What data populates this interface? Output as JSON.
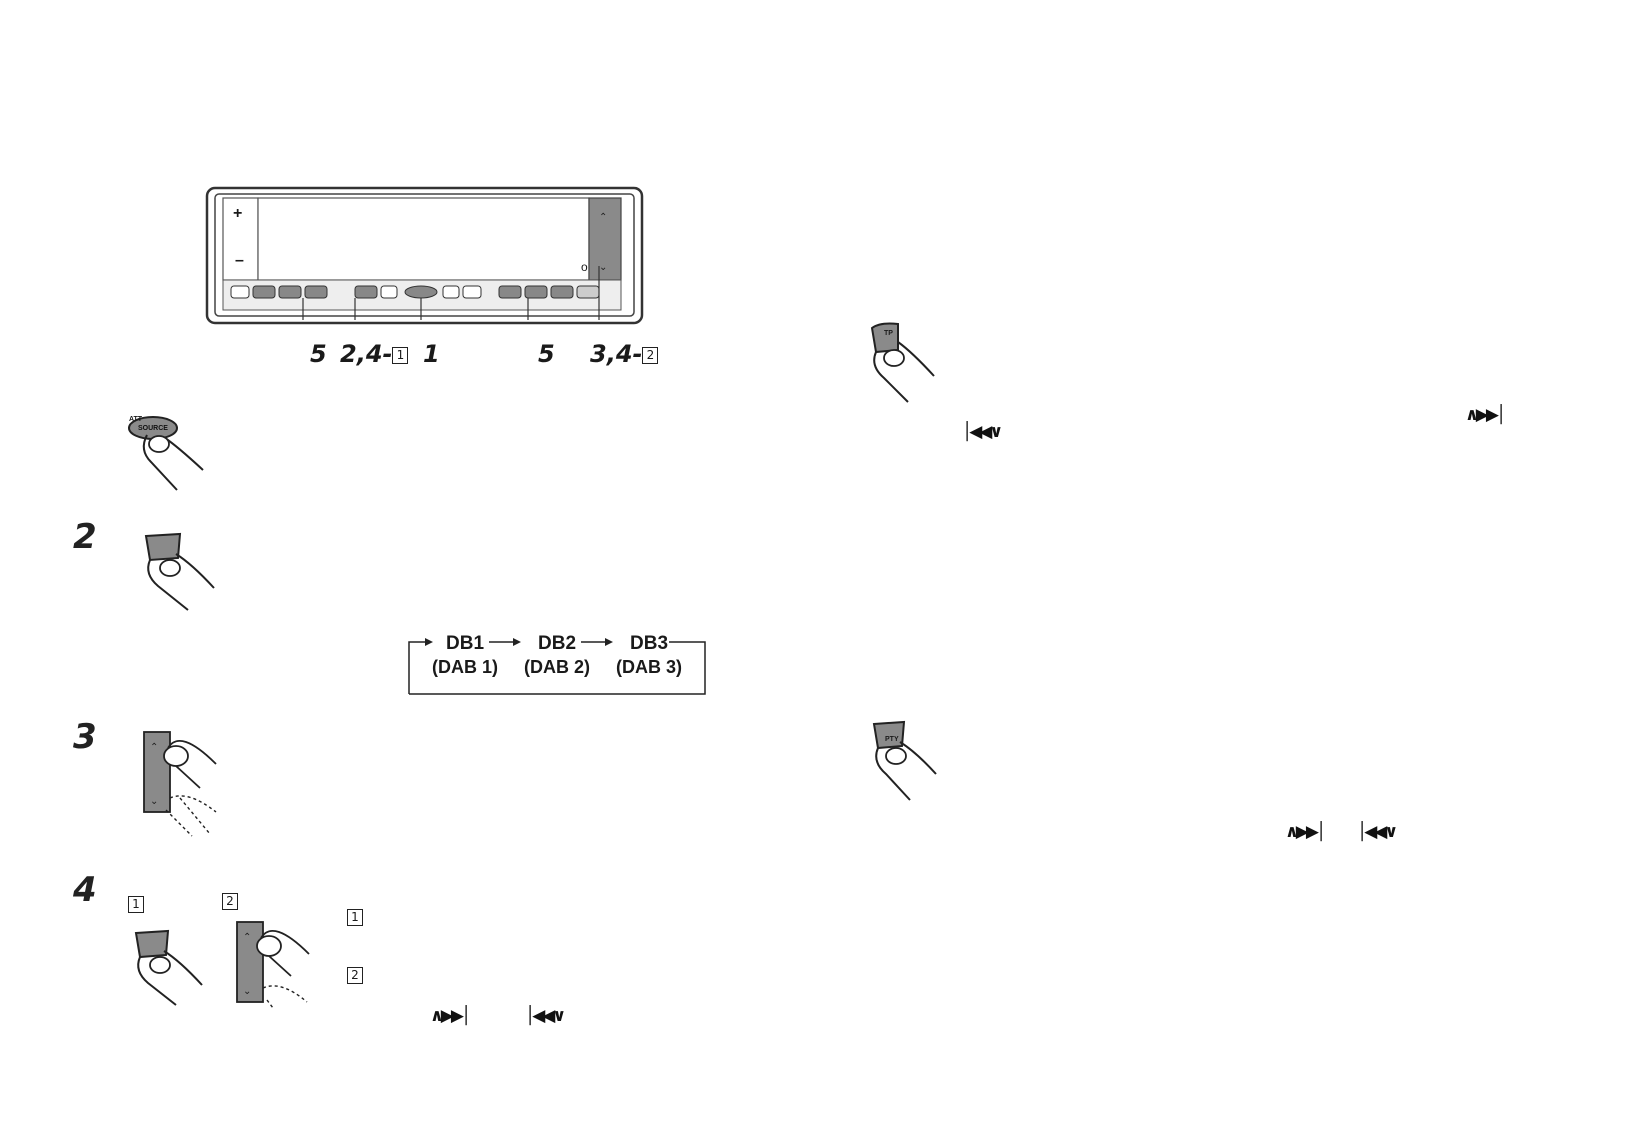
{
  "panel": {
    "plus": "+",
    "minus": "–",
    "indicator": "o"
  },
  "callouts": {
    "c1": "5",
    "c2_prefix": "2,4-",
    "c2_box": "1",
    "c3": "1",
    "c4": "5",
    "c5_prefix": "3,4-",
    "c5_box": "2"
  },
  "steps": {
    "s2": "2",
    "s3": "3",
    "s4": "4",
    "s4_sub1": "1",
    "s4_sub2": "2",
    "s4_note1": "1",
    "s4_note2": "2"
  },
  "flow": {
    "items": [
      {
        "top": "DB1",
        "bottom": "(DAB 1)"
      },
      {
        "top": "DB2",
        "bottom": "(DAB 2)"
      },
      {
        "top": "DB3",
        "bottom": "(DAB 3)"
      }
    ]
  },
  "buttons": {
    "source": "SOURCE",
    "att": "ATT",
    "tp": "TP",
    "pty": "PTY"
  },
  "glyphs": {
    "up_next": "∧▶▶│",
    "prev_down": "│◀◀∨"
  }
}
